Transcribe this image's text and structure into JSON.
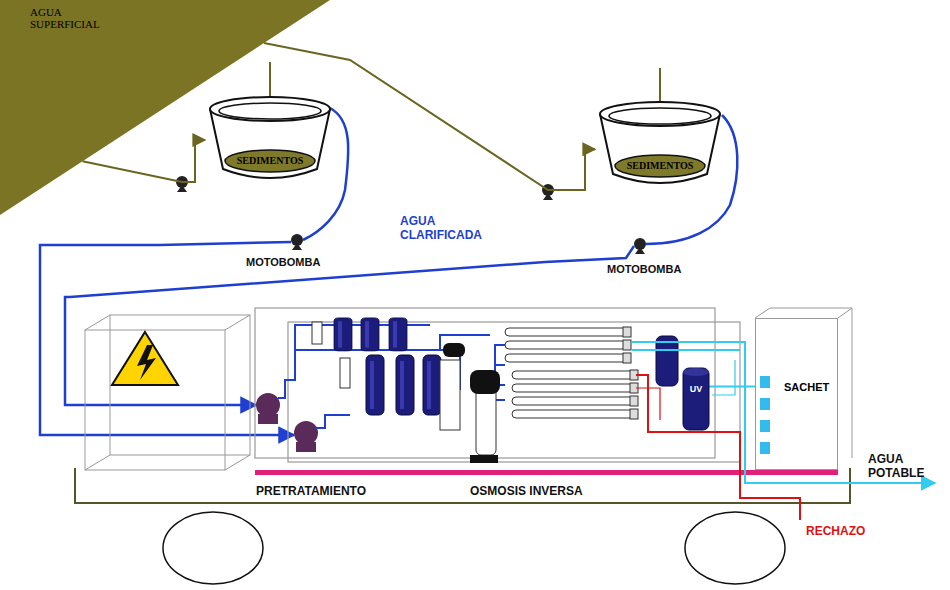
{
  "diagram": {
    "nodes": [
      {
        "text": [
          "AGUA SUPERFICIAL"
        ]
      },
      {
        "text": [
          "SEDIMENTOS"
        ]
      },
      {
        "text": [
          "SEDIMENTOS"
        ]
      },
      {
        "text": [
          "UV"
        ]
      },
      {
        "text": [
          "SACHET"
        ]
      }
    ],
    "edges": [
      {
        "from": 0,
        "to": 1,
        "arrow": "to"
      },
      {
        "from": 0,
        "to": 2,
        "arrow": "to"
      },
      {
        "from": 3,
        "to": 4,
        "arrow": "none"
      }
    ],
    "labels": [
      "AGUA CLARIFICADA",
      "MOTOBOMBA",
      "MOTOBOMBA",
      "PRETRATAMIENTO",
      "OSMOSIS INVERSA",
      "AGUA POTABLE",
      "RECHAZO"
    ]
  }
}
